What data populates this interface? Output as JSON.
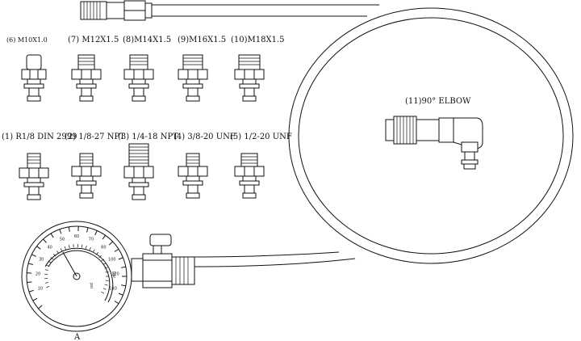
{
  "adapters_row1": [
    {
      "label": "(6) M10X1.0"
    },
    {
      "label": "(7) M12X1.5"
    },
    {
      "label": "(8)M14X1.5"
    },
    {
      "label": "(9)M16X1.5"
    },
    {
      "label": "(10)M18X1.5"
    }
  ],
  "adapters_row2": [
    {
      "label": "(1) R1/8 DIN 2999"
    },
    {
      "label": "(2) 1/8-27 NPT"
    },
    {
      "label": "(3) 1/4-18 NPT"
    },
    {
      "label": "(4) 3/8-20 UNF"
    },
    {
      "label": "(5) 1/2-20 UNF"
    }
  ],
  "elbow": {
    "label": "(11)90° ELBOW"
  },
  "gauge": {
    "label": "A",
    "unit_psi": "psi",
    "unit_bar": "bar",
    "scale_numbers": [
      "10",
      "20",
      "30",
      "40",
      "50",
      "60",
      "70",
      "80",
      "100",
      "120",
      "140"
    ]
  }
}
